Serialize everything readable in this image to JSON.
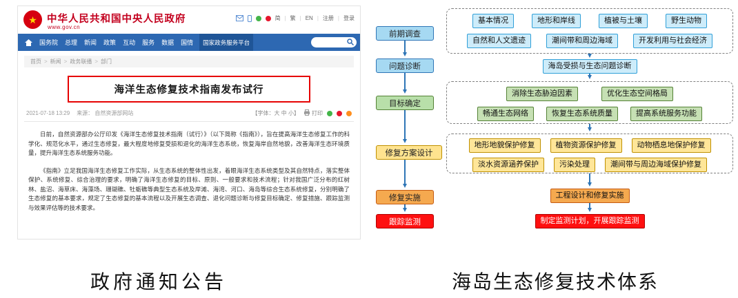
{
  "captions": {
    "left": "政府通知公告",
    "right": "海岛生态修复技术体系"
  },
  "gov_site": {
    "header": {
      "site_name": "中华人民共和国中央人民政府",
      "site_url": "www.gov.cn",
      "top_links": [
        "简",
        "繁",
        "EN",
        "注册",
        "登录"
      ]
    },
    "nav": {
      "items": [
        "国务院",
        "总理",
        "新闻",
        "政策",
        "互动",
        "服务",
        "数据",
        "国情"
      ],
      "platform": "国家政务服务平台"
    },
    "breadcrumb": {
      "items": [
        "首页",
        "新闻",
        "政务联播",
        "部门"
      ],
      "separator": ">"
    },
    "article": {
      "title": "海洋生态修复技术指南发布试行",
      "date": "2021-07-18 13:29",
      "source": "来源： 自然资源部网站",
      "font_size_control": "【字体：大 中 小】",
      "print_label": "打印",
      "paragraphs": [
        "日前，自然资源部办公厅印发《海洋生态修复技术指南（试行）》（以下简称《指南》），旨在提高海洋生态修复工作的科学化、规范化水平，通过生态修复，最大程度地修复受损和退化的海洋生态系统，恢复海岸自然地貌，改善海洋生态环境质量，提升海洋生态系统服务功能。",
        "《指南》立足我国海洋生态修复工作实际，从生态系统的整体性出发，着眼海洋生态系统类型及其自然特点，落实整体保护、系统修复、综合治理的要求，明确了海洋生态修复的目标、原则、一般要求和技术流程；针对我国广泛分布的红树林、盐沼、海草床、海藻场、珊瑚礁、牡蛎礁等典型生态系统及岸滩、海湾、河口、海岛等综合生态系统修复，分别明确了生态修复的基本要求，规定了生态修复的基本流程以及开展生态调查、退化问题诊断与修复目标确定、修复措施、跟踪监测与效果评估等的技术要求。"
      ]
    }
  },
  "flowchart": {
    "stages": [
      "前期调查",
      "问题诊断",
      "目标确定",
      "修复方案设计",
      "修复实施",
      "跟踪监测"
    ],
    "groups": {
      "survey": {
        "row1": [
          "基本情况",
          "地形和岸线",
          "植被与土壤",
          "野生动物"
        ],
        "row2": [
          "自然和人文遗迹",
          "潮间带和周边海域",
          "开发利用与社会经济"
        ]
      },
      "diagnosis": "海岛受损与生态问题诊断",
      "goal": {
        "row1": [
          "消除生态胁迫因素",
          "优化生态空间格局"
        ],
        "row2": [
          "畅通生态网络",
          "恢复生态系统质量",
          "提高系统服务功能"
        ]
      },
      "design": {
        "row1": [
          "地形地貌保护修复",
          "植物资源保护修复",
          "动物栖息地保护修复"
        ],
        "row2": [
          "淡水资源涵养保护",
          "污染处理",
          "潮间带与周边海域保护修复"
        ]
      },
      "implement": "工程设计和修复实施",
      "monitor": "制定监测计划，开展跟踪监测"
    },
    "colors": {
      "blue_fill": "#a6d9f2",
      "blue_border": "#2e75b6",
      "cyan_fill": "#cdecfa",
      "cyan_border": "#2f9fd8",
      "green_fill": "#c6e0b4",
      "green_border": "#538135",
      "yellow_fill": "#ffe699",
      "yellow_border": "#bf9000",
      "orange_fill": "#f5a94f",
      "orange_border": "#c55a11",
      "red_fill": "#fe1010",
      "red_text": "#ffffff",
      "arrow": "#2e75b6"
    }
  }
}
